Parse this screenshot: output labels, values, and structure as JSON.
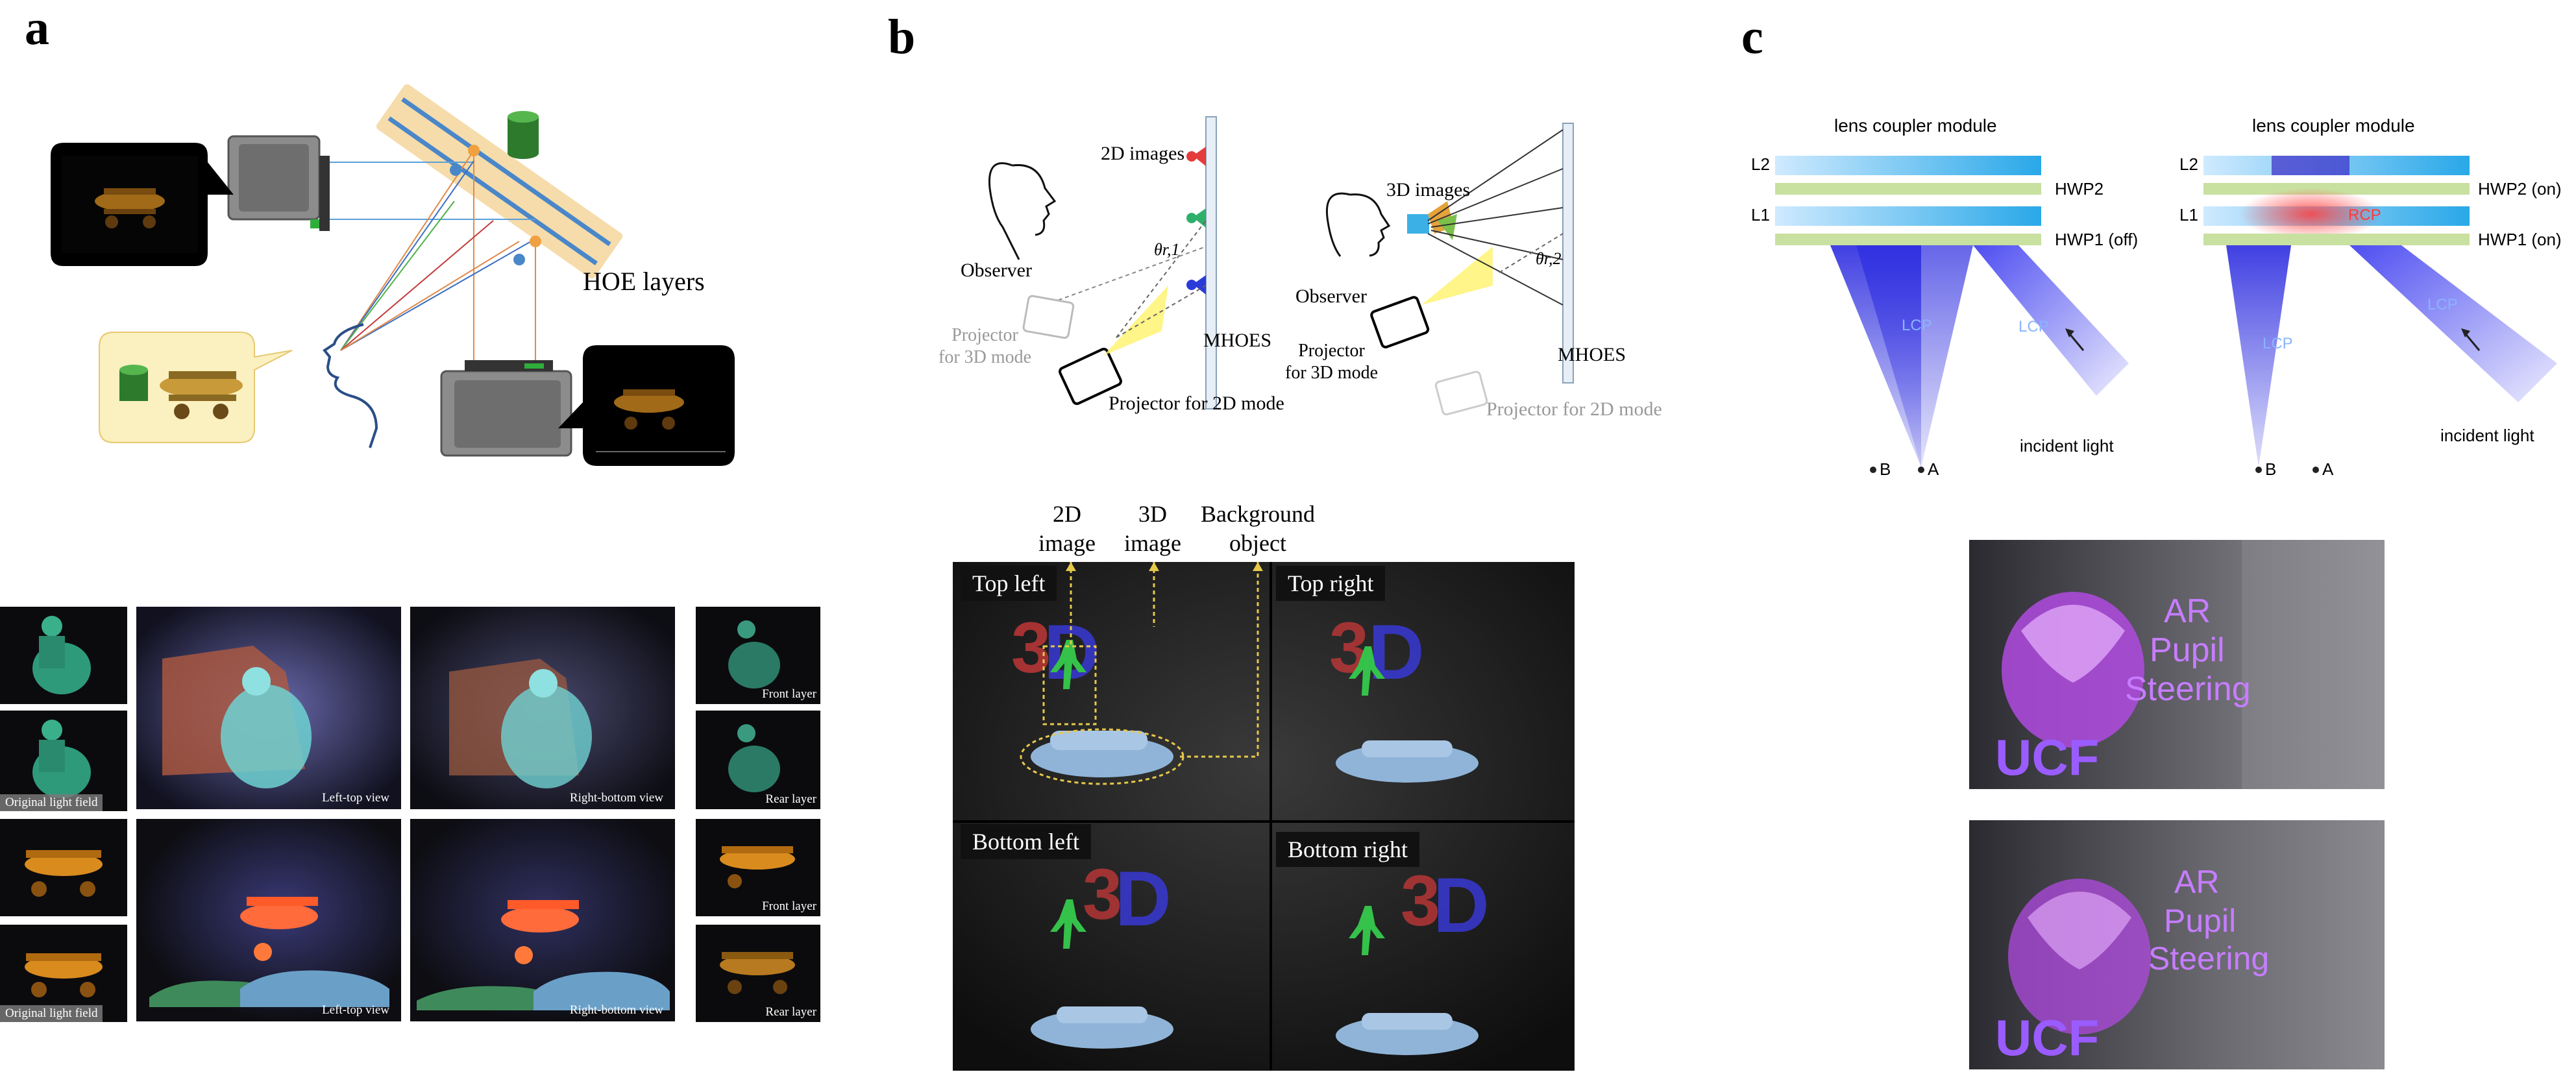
{
  "panels": {
    "a": "a",
    "b": "b",
    "c": "c"
  },
  "panel_a": {
    "hoe_label": "HOE layers",
    "captions": {
      "original_1": "Original light field",
      "left_top_1": "Left-top view",
      "right_bottom_1": "Right-bottom view",
      "front_1": "Front layer",
      "rear_1": "Rear layer",
      "original_2": "Original light field",
      "left_top_2": "Left-top view",
      "right_bottom_2": "Right-bottom view",
      "front_2": "Front layer",
      "rear_2": "Rear layer"
    }
  },
  "panel_b": {
    "left": {
      "images_label": "2D images",
      "observer": "Observer",
      "projector_3d": "Projector\nfor 3D mode",
      "projector_2d": "Projector for 2D mode",
      "theta": "θr,1",
      "mhoes": "MHOES"
    },
    "right": {
      "images_label": "3D images",
      "observer": "Observer",
      "projector_3d": "Projector\nfor 3D mode",
      "projector_2d": "Projector for 2D mode",
      "theta": "θr,2",
      "mhoes": "MHOES"
    },
    "annotations": {
      "image_2d": "2D\nimage",
      "image_3d": "3D\nimage",
      "background": "Background\nobject"
    },
    "quadrants": {
      "top_left": "Top left",
      "top_right": "Top right",
      "bottom_left": "Bottom left",
      "bottom_right": "Bottom right"
    }
  },
  "panel_c": {
    "title_left": "lens coupler module",
    "title_right": "lens coupler module",
    "L2": "L2",
    "L1": "L1",
    "HWP2": "HWP2",
    "HWP1_off": "HWP1 (off)",
    "HWP2_on": "HWP2 (on)",
    "HWP1_on": "HWP1 (on)",
    "LCP": "LCP",
    "RCP": "RCP",
    "incident": "incident light",
    "A": "A",
    "B": "B",
    "photo_text": {
      "line1": "AR",
      "line2": "Pupil",
      "line3": "Steering",
      "logo": "UCF"
    }
  },
  "colors": {
    "accent_blue": "#3b3bdc",
    "hoe_band": "#f3d9a0",
    "purple_text": "#c77dff"
  }
}
